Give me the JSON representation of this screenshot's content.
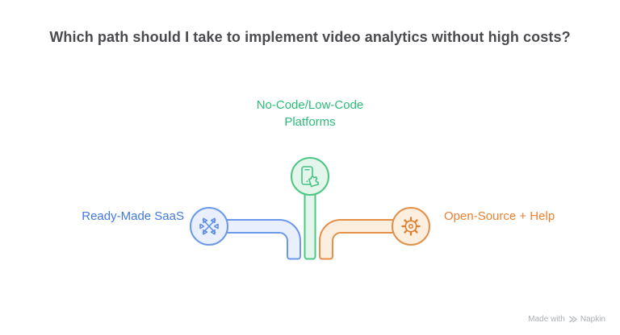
{
  "title": "Which path should I take to implement video analytics without high costs?",
  "diagram": {
    "type": "branching-paths",
    "branches": [
      {
        "id": "ready-made-saas",
        "label": "Ready-Made SaaS",
        "icon": "video-hub-icon",
        "text_color": "#4278e1",
        "stroke_color": "#6b99ea",
        "fill_color": "#e9effc",
        "position": "left"
      },
      {
        "id": "no-code-low-code",
        "label": "No-Code/Low-Code Platforms",
        "icon": "phone-puzzle-icon",
        "text_color": "#2cbc77",
        "stroke_color": "#4dc584",
        "fill_color": "#e4f6ec",
        "position": "center-top"
      },
      {
        "id": "open-source-help",
        "label": "Open-Source + Help",
        "icon": "gear-icon",
        "text_color": "#ec8030",
        "stroke_color": "#e39049",
        "fill_color": "#fcefe0",
        "position": "right"
      }
    ]
  },
  "watermark": {
    "prefix": "Made with",
    "brand": "Napkin",
    "icon": "napkin-logo-icon",
    "color": "#abafb6"
  }
}
